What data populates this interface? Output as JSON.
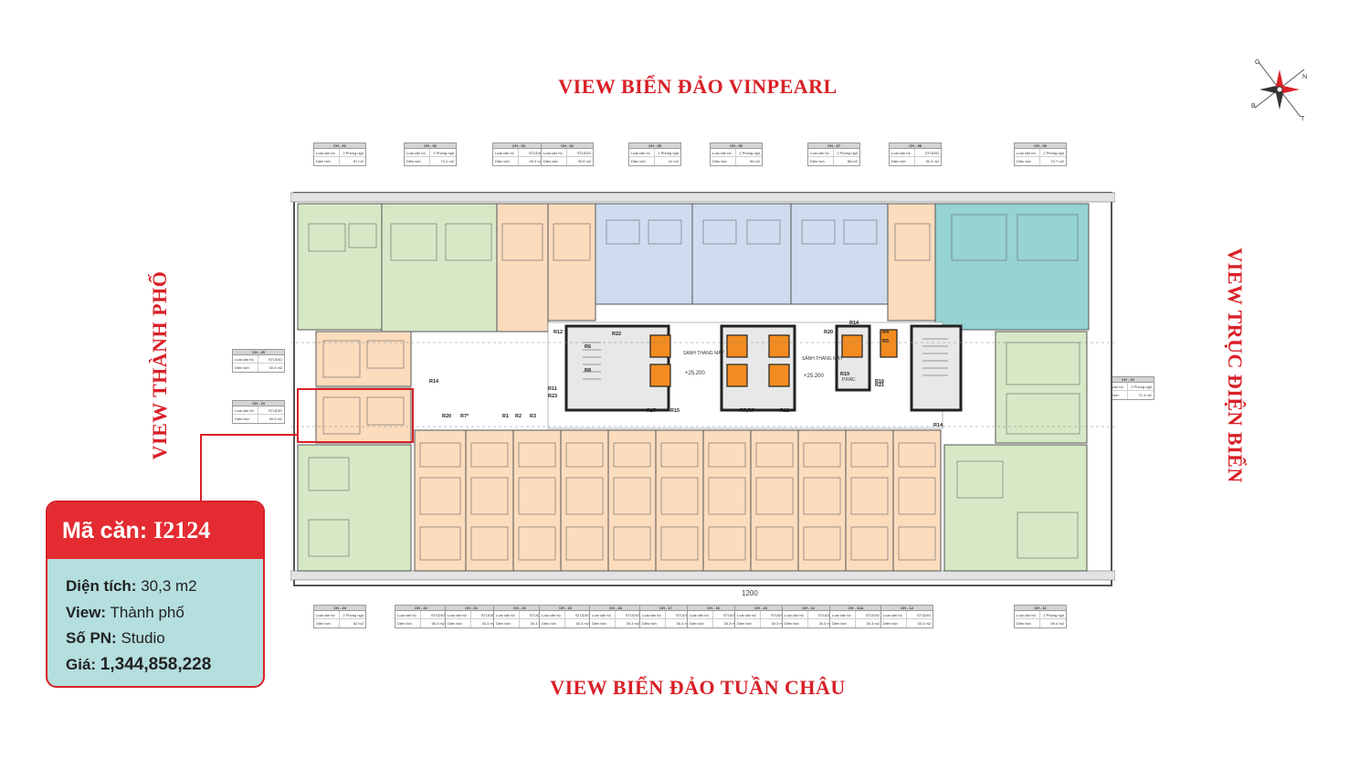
{
  "views": {
    "top": "VIEW BIỂN ĐẢO VINPEARL",
    "bottom": "VIEW BIỂN ĐẢO TUẦN CHÂU",
    "left": "VIEW THÀNH PHỐ",
    "right": "VIEW TRỤC ĐIỆN BIỂN"
  },
  "compass": {
    "letters": [
      "G",
      "N",
      "B",
      "T"
    ]
  },
  "unit_tables": {
    "top": [
      {
        "code": "CH - 01",
        "type": "2 Phòng ngủ",
        "area": "67 m2"
      },
      {
        "code": "CH - 02",
        "type": "2 Phòng ngủ",
        "area": "74.1 m2"
      },
      {
        "code": "CH - 03",
        "type": "STUDIO",
        "area": "49.9 m2"
      },
      {
        "code": "CH - 04",
        "type": "STUDIO",
        "area": "39.9 m2"
      },
      {
        "code": "CH - 05",
        "type": "1 Phòng ngủ",
        "area": "41 m2"
      },
      {
        "code": "CH - 06",
        "type": "1 Phòng ngủ",
        "area": "50 m2"
      },
      {
        "code": "CH - 07",
        "type": "2 Phòng ngủ",
        "area": "58 m2"
      },
      {
        "code": "CH - 08",
        "type": "STUDIO",
        "area": "30.3 m2"
      },
      {
        "code": "CH - 09",
        "type": "2 Phòng ngủ",
        "area": "72.7 m2"
      }
    ],
    "left": [
      {
        "code": "CH - 25",
        "type": "STUDIO",
        "area": "30.3 m2"
      },
      {
        "code": "CH - 24",
        "type": "STUDIO",
        "area": "30.3 m2"
      }
    ],
    "right": [
      {
        "code": "CH - 10",
        "type": "2 Phòng ngủ",
        "area": "71.4 m2"
      }
    ],
    "bottom": [
      {
        "code": "CH - 23",
        "type": "2 Phòng ngủ",
        "area": "62 m2"
      },
      {
        "code": "CH - 22",
        "type": "STUDIO",
        "area": "30.3 m2"
      },
      {
        "code": "CH - 21",
        "type": "STUDIO",
        "area": "30.3 m2"
      },
      {
        "code": "CH - 20",
        "type": "STUDIO",
        "area": "30.3 m2"
      },
      {
        "code": "CH - 19",
        "type": "STUDIO",
        "area": "30.3 m2"
      },
      {
        "code": "CH - 18",
        "type": "STUDIO",
        "area": "30.3 m2"
      },
      {
        "code": "CH - 17",
        "type": "STUDIO",
        "area": "30.3 m2"
      },
      {
        "code": "CH - 16",
        "type": "STUDIO",
        "area": "30.3 m2"
      },
      {
        "code": "CH - 15",
        "type": "STUDIO",
        "area": "30.3 m2"
      },
      {
        "code": "CH - 14",
        "type": "STUDIO",
        "area": "30.3 m2"
      },
      {
        "code": "CH - 12A",
        "type": "STUDIO",
        "area": "30.3 m2"
      },
      {
        "code": "CH - 12",
        "type": "STUDIO",
        "area": "30.3 m2"
      },
      {
        "code": "CH - 11",
        "type": "2 Phòng ngủ",
        "area": "69.4 m2"
      }
    ],
    "row_labels": {
      "type": "Loại căn hộ",
      "area": "Diện tích"
    }
  },
  "core_labels": {
    "lobby_1": "SẢNH THANG MÁY",
    "lobby_2": "SẢNH THANG MÁY",
    "level_1": "+25.200",
    "level_2": "+25.200",
    "trash": "P.RÁC",
    "dim": "1200"
  },
  "room_tags": [
    "R14",
    "R20",
    "R7*",
    "R1",
    "R2",
    "R3",
    "R11",
    "R23",
    "R12",
    "R22",
    "R8",
    "R6",
    "R17",
    "R15",
    "R7,R7*",
    "R12",
    "R20",
    "R14",
    "R19",
    "R16",
    "R21",
    "R4",
    "R5",
    "R14"
  ],
  "highlight_unit": {
    "label": "Mã căn:",
    "code": "I2124",
    "area_label": "Diện tích:",
    "area": "30,3 m2",
    "view_label": "View:",
    "view": "Thành phố",
    "rooms_label": "Số PN:",
    "rooms": "Studio",
    "price_label": "Giá:",
    "price": "1,344,858,228"
  },
  "colors": {
    "accent_red": "#e42b32",
    "card_body": "#b5dede",
    "unit_green": "#d7e8c6",
    "unit_orange": "#fbdcbd",
    "unit_blue": "#cfdcf0",
    "unit_teal": "#96d3d3",
    "core_grey": "#e8e8e8",
    "lift_orange": "#f28b20"
  }
}
